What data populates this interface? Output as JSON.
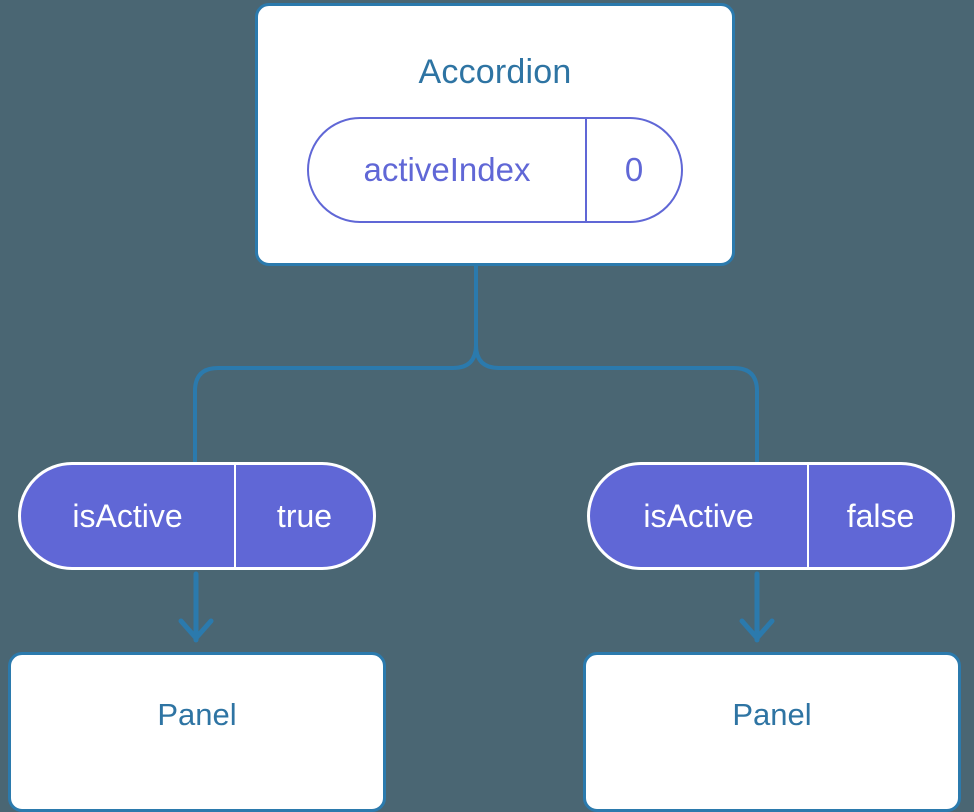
{
  "diagram": {
    "title_node": {
      "label": "Accordion",
      "state_chip": {
        "key": "activeIndex",
        "value": "0"
      }
    },
    "branches": [
      {
        "prop_chip": {
          "key": "isActive",
          "value": "true"
        },
        "child": {
          "label": "Panel"
        }
      },
      {
        "prop_chip": {
          "key": "isActive",
          "value": "false"
        },
        "child": {
          "label": "Panel"
        }
      }
    ],
    "colors": {
      "background": "#4a6673",
      "card_border": "#2b7aad",
      "card_fill": "#ffffff",
      "title_text": "#2e74a3",
      "chip_accent": "#6067d6",
      "chip_text_on_solid": "#ffffff",
      "connector": "#2b7aad"
    }
  }
}
